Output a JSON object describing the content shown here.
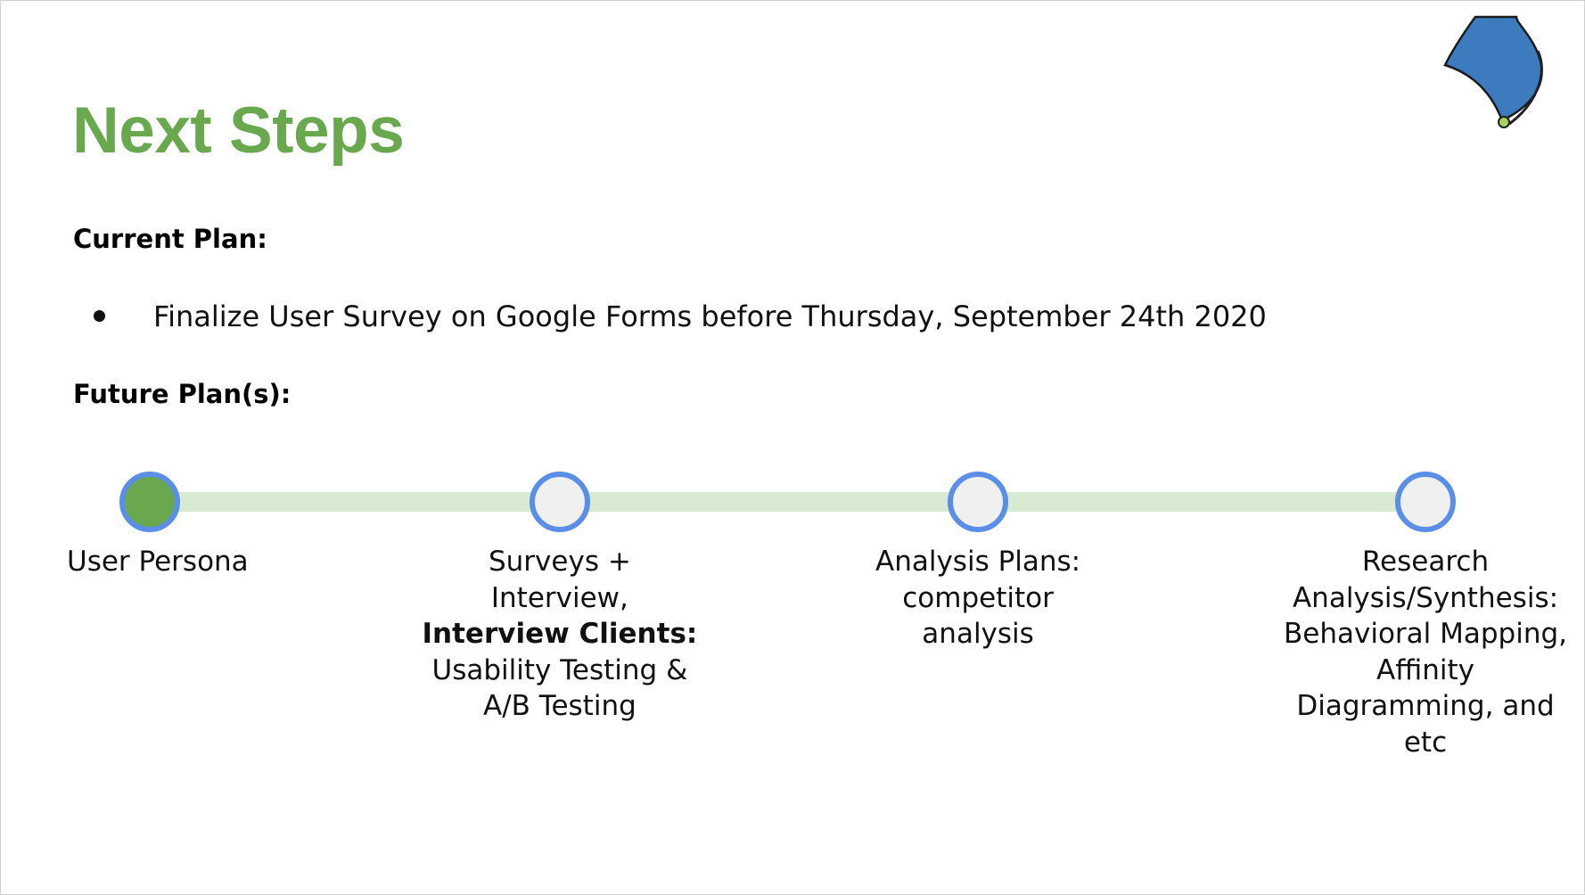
{
  "slide": {
    "title": "Next Steps",
    "current_plan": {
      "label": "Current Plan:",
      "items": [
        "Finalize User Survey on Google Forms before Thursday, September 24th 2020"
      ]
    },
    "future_plan": {
      "label": "Future Plan(s):",
      "timeline": [
        {
          "state": "active",
          "lines": [
            {
              "text": "User Persona",
              "bold": false
            }
          ]
        },
        {
          "state": "inactive",
          "lines": [
            {
              "text": "Surveys +",
              "bold": false
            },
            {
              "text": "Interview,",
              "bold": false
            },
            {
              "text": "Interview Clients:",
              "bold": true
            },
            {
              "text": "Usability Testing &",
              "bold": false
            },
            {
              "text": "A/B Testing",
              "bold": false
            }
          ]
        },
        {
          "state": "inactive",
          "lines": [
            {
              "text": "Analysis Plans:",
              "bold": false
            },
            {
              "text": "competitor",
              "bold": false
            },
            {
              "text": "analysis",
              "bold": false
            }
          ]
        },
        {
          "state": "inactive",
          "lines": [
            {
              "text": "Research",
              "bold": false
            },
            {
              "text": "Analysis/Synthesis:",
              "bold": false
            },
            {
              "text": "Behavioral Mapping,",
              "bold": false
            },
            {
              "text": "Affinity",
              "bold": false
            },
            {
              "text": "Diagramming, and",
              "bold": false
            },
            {
              "text": "etc",
              "bold": false
            }
          ]
        }
      ]
    },
    "colors": {
      "title": "#6aa84f",
      "track": "#d9ead3",
      "node_border": "#5b8ee6",
      "node_active_fill": "#6aa84f",
      "node_inactive_fill": "#f0f0f0",
      "logo_fill": "#3d7bbf"
    },
    "logo_icon": "blue-leaf-pin-logo"
  }
}
